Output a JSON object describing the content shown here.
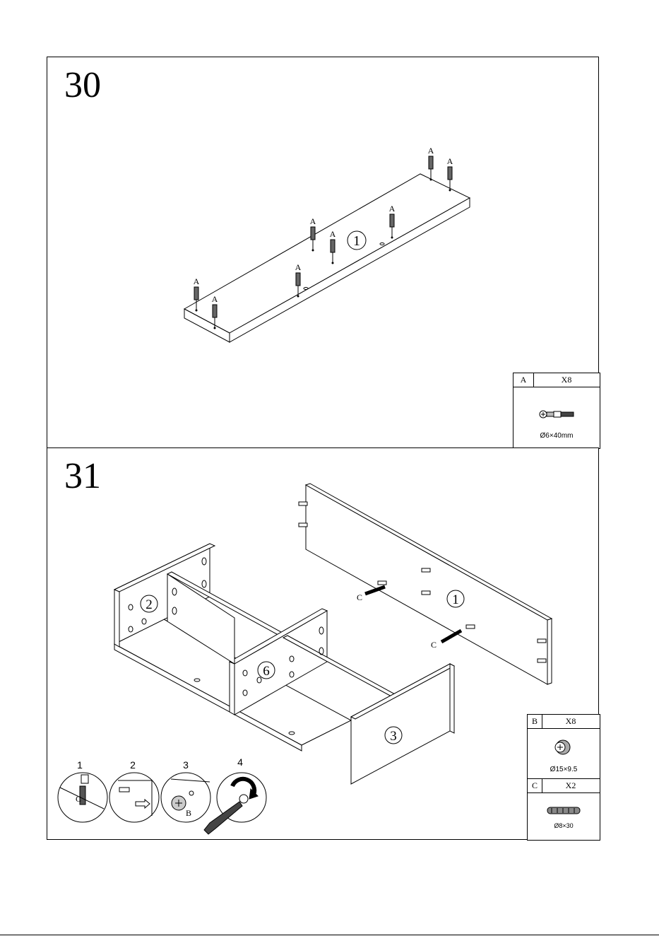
{
  "step30": {
    "number": "30",
    "panel_label": "1",
    "fitting_label": "A",
    "part": {
      "code": "A",
      "qty": "X8",
      "dim": "Ø6×40mm"
    }
  },
  "step31": {
    "number": "31",
    "panel_labels": {
      "left_side": "2",
      "divider": "6",
      "right_side": "3",
      "back": "1"
    },
    "dowel_label": "C",
    "substeps": [
      "1",
      "2",
      "3",
      "4"
    ],
    "substep_c_label": "C",
    "substep_b_label": "B",
    "parts": [
      {
        "code": "B",
        "qty": "X8",
        "dim": "Ø15×9.5"
      },
      {
        "code": "C",
        "qty": "X2",
        "dim": "Ø8×30"
      }
    ]
  }
}
